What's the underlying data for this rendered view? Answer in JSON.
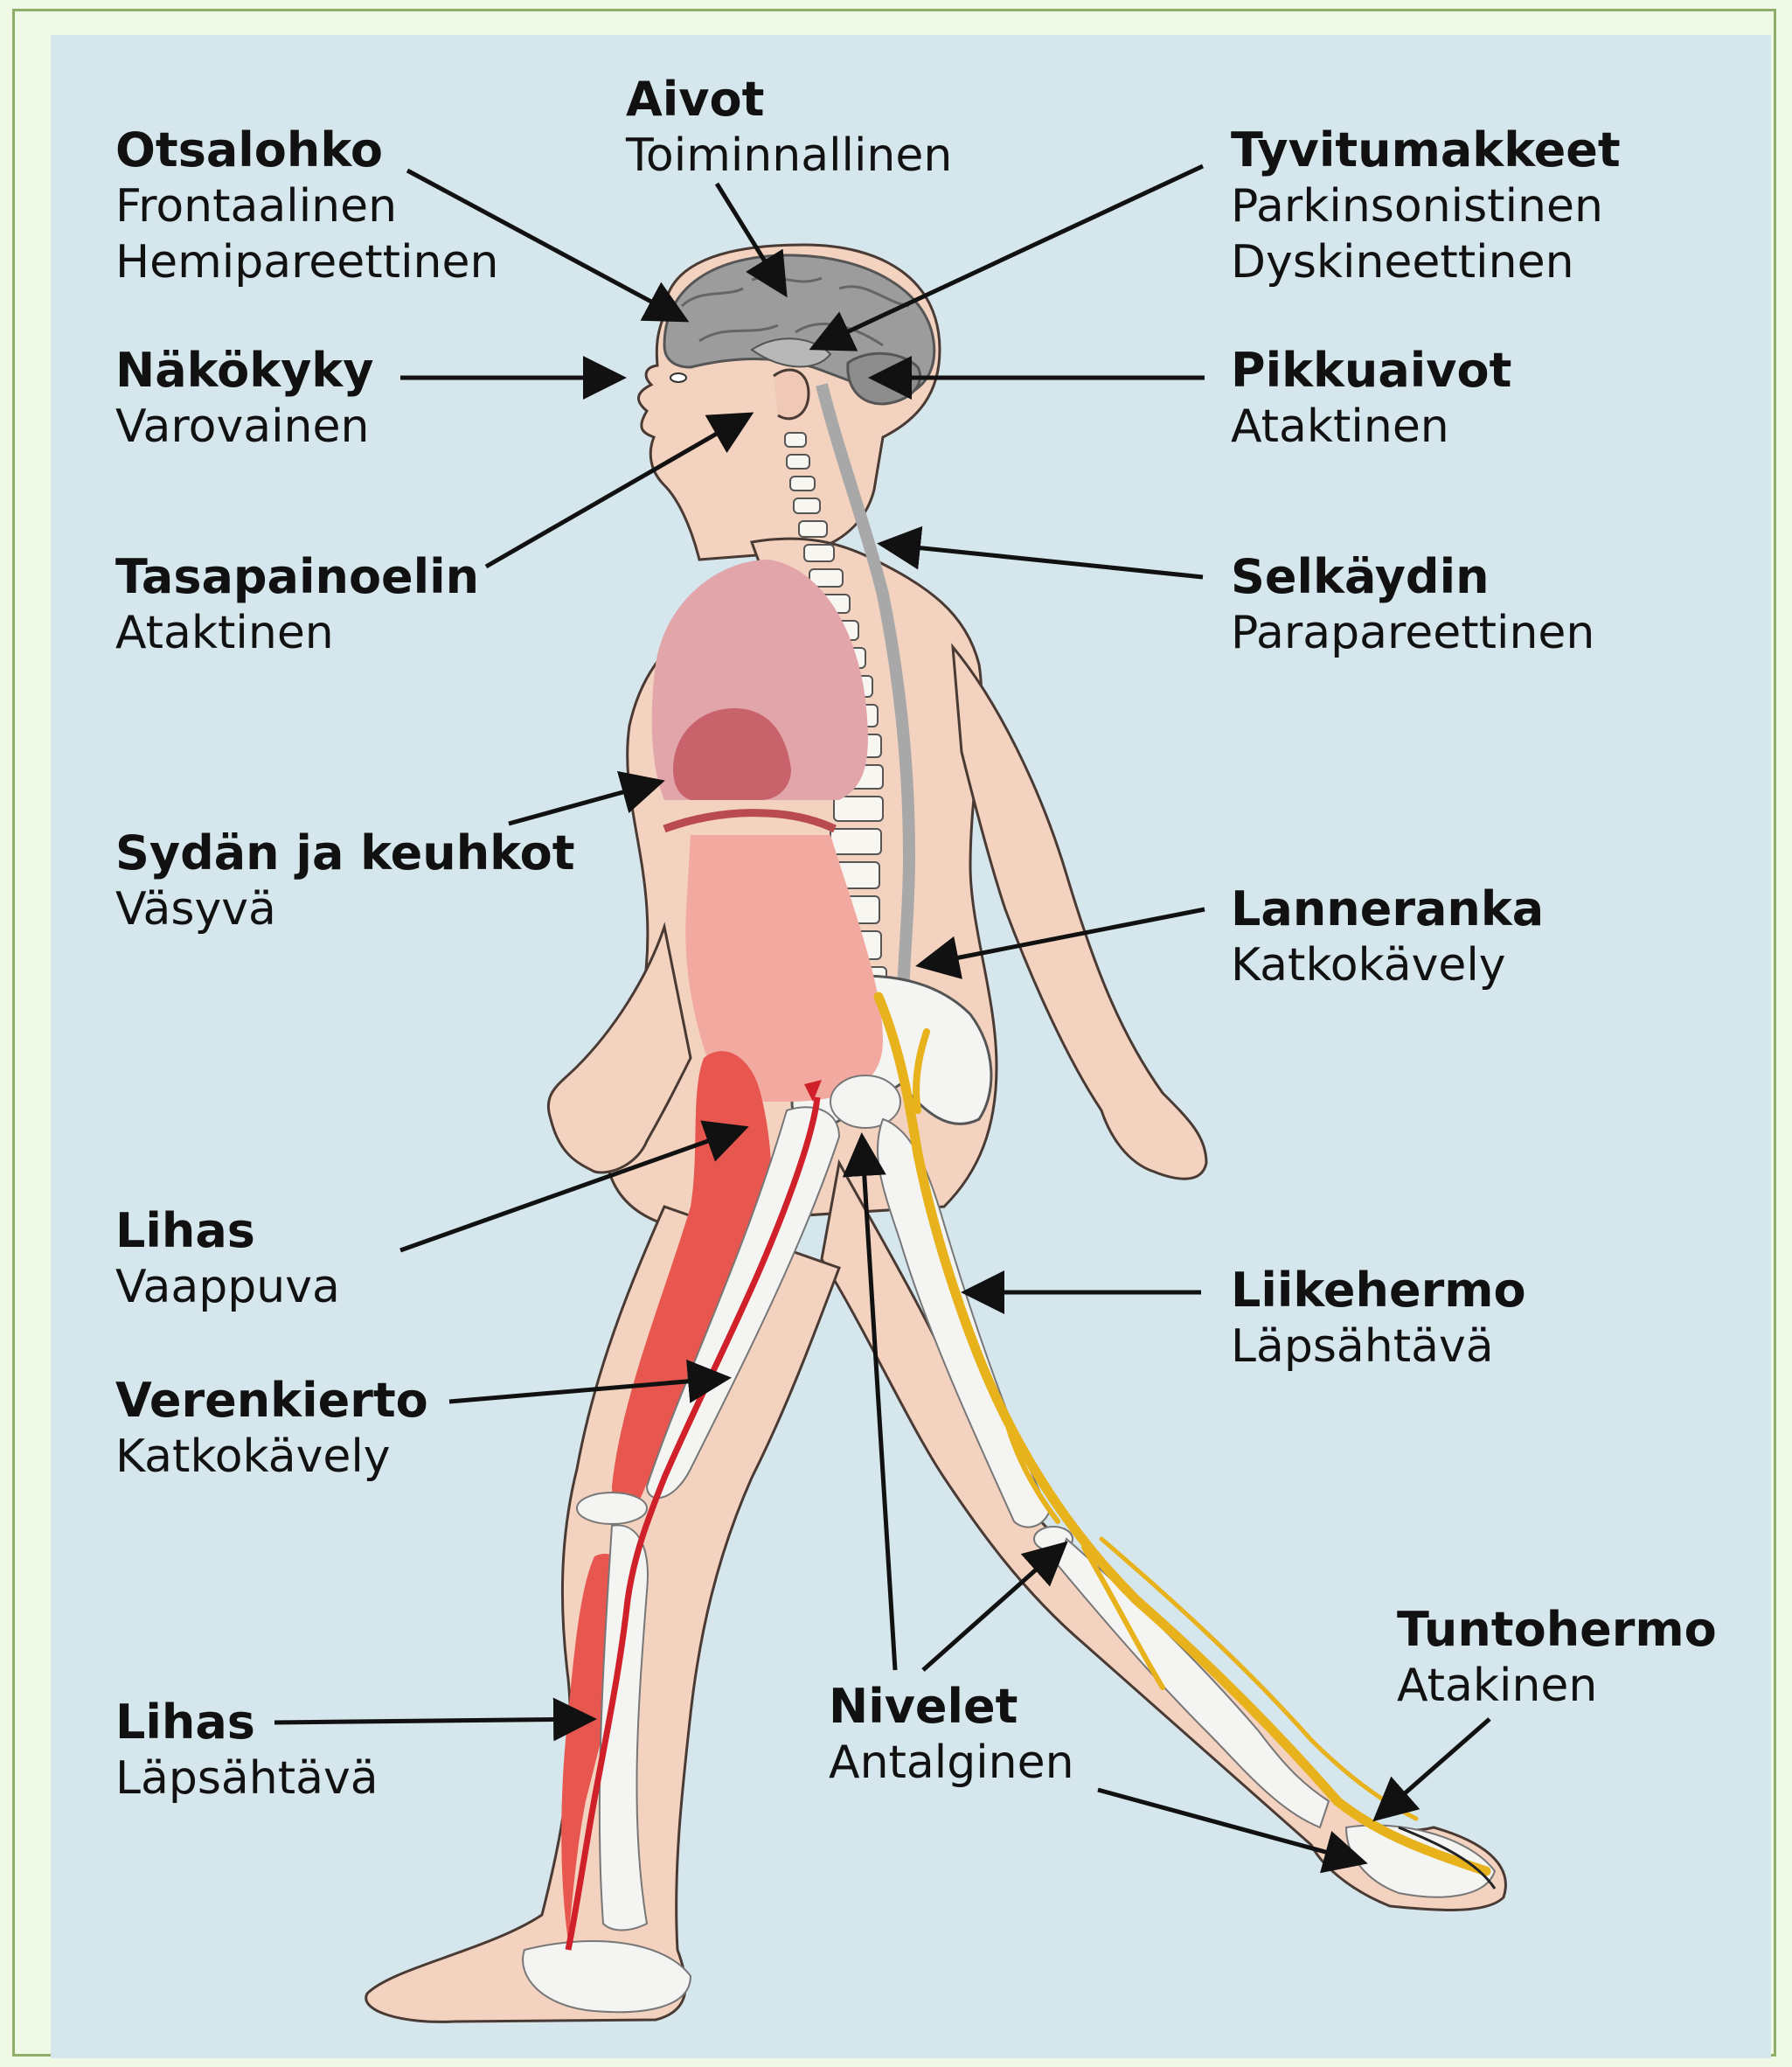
{
  "labels": {
    "otsalohko": {
      "title": "Otsalohko",
      "lines": [
        "Frontaalinen",
        "Hemipareettinen"
      ]
    },
    "aivot": {
      "title": "Aivot",
      "lines": [
        "Toiminnallinen"
      ]
    },
    "tyvitumakkeet": {
      "title": "Tyvitumakkeet",
      "lines": [
        "Parkinsonistinen",
        "Dyskineettinen"
      ]
    },
    "nakokyky": {
      "title": "Näkökyky",
      "lines": [
        "Varovainen"
      ]
    },
    "pikkuaivot": {
      "title": "Pikkuaivot",
      "lines": [
        "Ataktinen"
      ]
    },
    "tasapainoelin": {
      "title": "Tasapainoelin",
      "lines": [
        "Ataktinen"
      ]
    },
    "selkaydin": {
      "title": "Selkäydin",
      "lines": [
        "Parapareettinen"
      ]
    },
    "sydan": {
      "title": "Sydän ja keuhkot",
      "lines": [
        "Väsyvä"
      ]
    },
    "lanneranka": {
      "title": "Lanneranka",
      "lines": [
        "Katkokävely"
      ]
    },
    "lihas1": {
      "title": "Lihas",
      "lines": [
        "Vaappuva"
      ]
    },
    "liikehermo": {
      "title": "Liikehermo",
      "lines": [
        "Läpsähtävä"
      ]
    },
    "verenkierto": {
      "title": "Verenkierto",
      "lines": [
        "Katkokävely"
      ]
    },
    "tuntohermo": {
      "title": "Tuntohermo",
      "lines": [
        "Atakinen"
      ]
    },
    "nivelet": {
      "title": "Nivelet",
      "lines": [
        "Antalginen"
      ]
    },
    "lihas2": {
      "title": "Lihas",
      "lines": [
        "Läpsähtävä"
      ]
    }
  },
  "colors": {
    "panel": "#d5e6ec",
    "skin": "#f3d2c0",
    "brain": "#9c9c9c",
    "lungs": "#e2a5aa",
    "heart": "#c8636b",
    "abdomen": "#f2aaa0",
    "muscle": "#e8574f",
    "artery": "#d0202a",
    "nerve": "#e7b21c",
    "bone": "#f4f4f2"
  }
}
